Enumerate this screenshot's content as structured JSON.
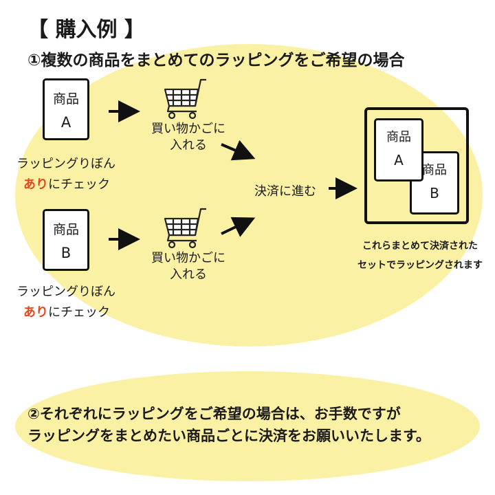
{
  "colors": {
    "ellipse_fill": "#fbf1a5",
    "accent": "#e8451e",
    "text": "#1a1a1a",
    "border": "#111111"
  },
  "title": "【 購入例 】",
  "case1": {
    "heading": "①複数の商品をまとめてのラッピングをご希望の場合",
    "items": [
      {
        "card_line1": "商品",
        "card_line2": "A",
        "option_line1": "ラッピングりぼん",
        "option_accent": "あり",
        "option_rest": "にチェック",
        "cart_line1": "買い物かごに",
        "cart_line2": "入れる"
      },
      {
        "card_line1": "商品",
        "card_line2": "B",
        "option_line1": "ラッピングりぼん",
        "option_accent": "あり",
        "option_rest": "にチェック",
        "cart_line1": "買い物かごに",
        "cart_line2": "入れる"
      }
    ],
    "checkout": "決済に進む",
    "result_cards": [
      {
        "line1": "商品",
        "line2": "A"
      },
      {
        "line1": "商品",
        "line2": "B"
      }
    ],
    "result_line1": "これらまとめて決済された",
    "result_line2": "セットでラッピングされます"
  },
  "case2": {
    "line1": "②それぞれにラッピングをご希望の場合は、お手数ですが",
    "line2": "ラッピングをまとめたい商品ごとに決済をお願いいたします。"
  }
}
